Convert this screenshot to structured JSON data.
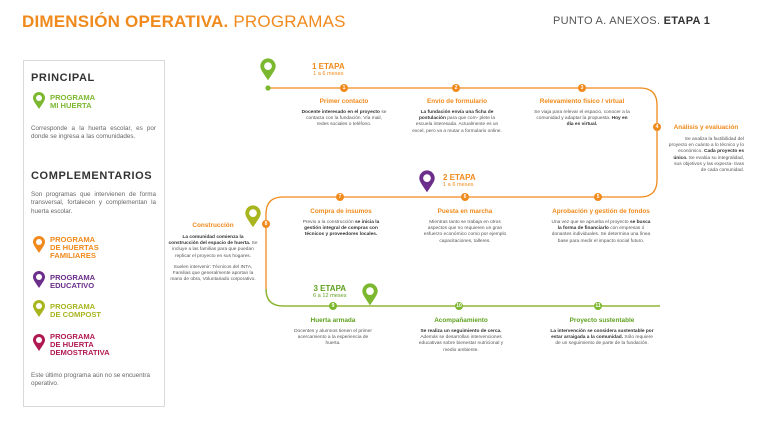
{
  "header": {
    "title_bold": "DIMENSIÓN OPERATIVA.",
    "title_light": "PROGRAMAS",
    "ref_prefix": "PUNTO A. ANEXOS.",
    "ref_bold": "ETAPA 1"
  },
  "sidebar": {
    "principal_heading": "PRINCIPAL",
    "principal_program": {
      "line1": "PROGRAMA",
      "line2": "MI HUERTA",
      "color": "#7cb82f"
    },
    "principal_desc": "Corresponde a la huerta escolar, es por donde se ingresa a las comunidades.",
    "complementarios_heading": "COMPLEMENTARIOS",
    "complementarios_desc": "Son programas que intervienen de forma transversal, fortalecen y complementan la huerta escolar.",
    "programs": [
      {
        "line1": "PROGRAMA",
        "line2": "DE HUERTAS",
        "line3": "FAMILIARES",
        "color": "#f08a1c"
      },
      {
        "line1": "PROGRAMA",
        "line2": "EDUCATIVO",
        "line3": "",
        "color": "#6b2e8a"
      },
      {
        "line1": "PROGRAMA",
        "line2": "DE COMPOST",
        "line3": "",
        "color": "#a8b51e"
      },
      {
        "line1": "PROGRAMA",
        "line2": "DE HUERTA",
        "line3": "DEMOSTRATIVA",
        "color": "#b01a52"
      }
    ],
    "footer_note": "Este último programa aún no se encuentra operativo."
  },
  "stages": {
    "s1": {
      "title": "1 ETAPA",
      "sub": "1 a 6 meses",
      "color": "#f08a1c"
    },
    "s2": {
      "title": "2 ETAPA",
      "sub": "1 a 6 meses",
      "color": "#f08a1c"
    },
    "s3": {
      "title": "3 ETAPA",
      "sub": "6 a 12 meses",
      "color": "#5fa11f"
    }
  },
  "steps": {
    "s1": {
      "num": "1",
      "title": "Primer contacto",
      "text_bold": "Docente interesado en el proyecto",
      "text": "se contacta con la fundación. Vía mail, redes sociales o teléfono."
    },
    "s2": {
      "num": "2",
      "title": "Envío de formulario",
      "text_bold": "La fundación envía una ficha de postulación",
      "text": "para que com- plete la escuela interesada. Actualmente es un excel, pero va a mutar a formulario online."
    },
    "s3": {
      "num": "3",
      "title": "Relevamiento físico / virtual",
      "text_pre": "Se viaja para relevar el espacio, conocer a la comunidad y adaptar la propuesta.",
      "text_bold": "Hoy en día es virtual."
    },
    "s4": {
      "num": "4",
      "title": "Análisis y evaluación",
      "text_pre": "Se analiza la factibilidad del proyecto en cuánto a lo técnico y lo económico.",
      "text_bold": "Cada proyecto es único.",
      "text": "Se evalúa su integralidad, sus objetivos y las expecta- tivas de cada comunidad."
    },
    "s5": {
      "num": "5",
      "title": "Aprobación y gestión de fondos",
      "text_pre": "Una vez que se aprueba el proyecto",
      "text_bold": "se busca la forma de financiarlo",
      "text": "con empresas ó donantes individuales. Se determina una línea base para medir el impacto social futuro."
    },
    "s6": {
      "num": "6",
      "title": "Puesta en marcha",
      "text": "Mientras tanto se trabaja en otros aspectos que no requieren un gran esfuerzo económico como por ejemplo capacitaciones, talleres."
    },
    "s7": {
      "num": "7",
      "title": "Compra de insumos",
      "text_pre": "Previo a la construcción",
      "text_bold": "se inicia la gestión integral de compras con técnicos y proveedores locales."
    },
    "s8": {
      "num": "8",
      "title": "Construcción",
      "text_bold": "La comunidad comienza la construcción del espacio de huerta.",
      "text": "Se incluye a las familias para que puedan replicar el proyecto en sus hogares.",
      "text2": "Suelen intervenir: Técnicos del INTA, Familias que generalmente aportan la mano de obra, Voluntariado corporativo."
    },
    "s9": {
      "num": "9",
      "title": "Huerta armada",
      "text": "Docentes y alumnos tienen el primer acercamiento a la experiencia de huerta."
    },
    "s10": {
      "num": "10",
      "title": "Acompañamiento",
      "text_bold": "Se realiza un seguimiento de cerca.",
      "text": "Además se desarrollan intervenciones educativas sobre bienestar nutricional y medio ambiente."
    },
    "s11": {
      "num": "11",
      "title": "Proyecto sustentable",
      "text_bold": "La intervención se considera sustentable por estar arraigada a la comunidad.",
      "text": "Sólo requiere de un seguimiento de parte de la fundación."
    }
  }
}
